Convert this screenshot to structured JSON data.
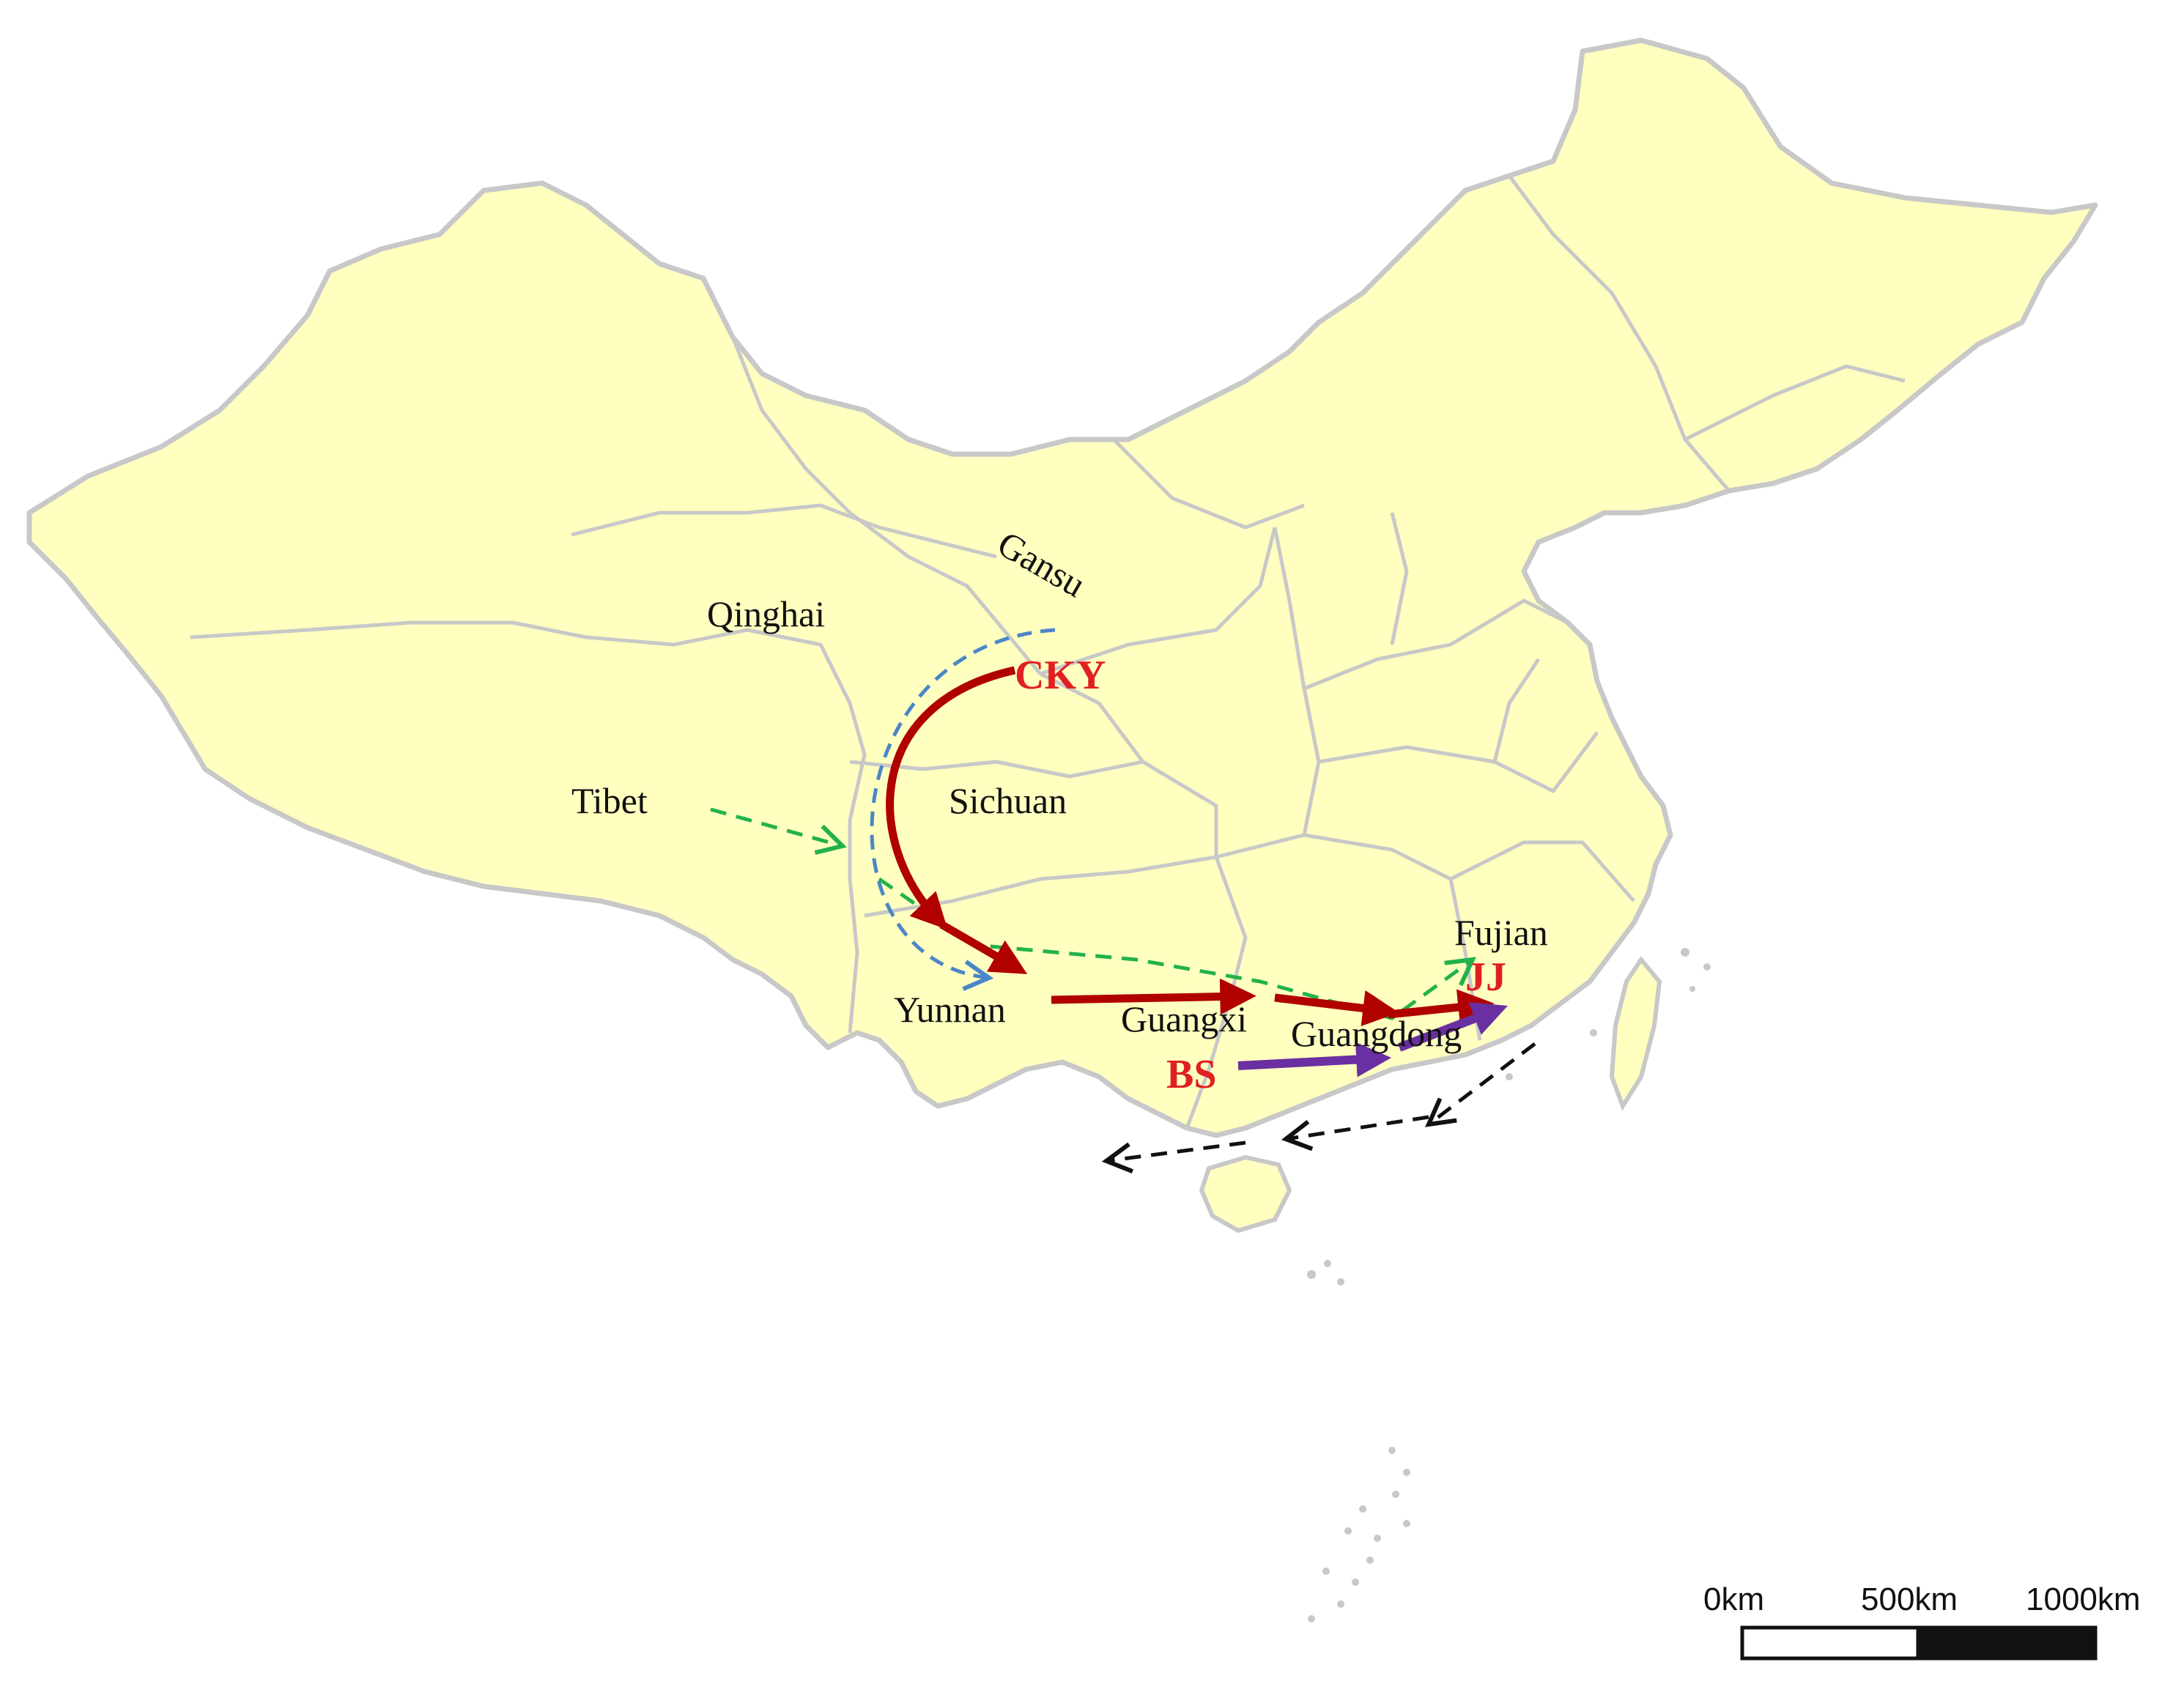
{
  "map": {
    "provinces": {
      "gansu": "Gansu",
      "qinghai": "Qinghai",
      "tibet": "Tibet",
      "sichuan": "Sichuan",
      "yunnan": "Yunnan",
      "guangxi": "Guangxi",
      "guangdong": "Guangdong",
      "fujian": "Fujian"
    },
    "sites": {
      "cky": "CKY",
      "jj": "JJ",
      "bs": "BS"
    },
    "colors": {
      "land": "#ffffc0",
      "border": "#c8c8c8",
      "site_label": "#e02020",
      "main_route": "#b00000",
      "bs_route": "#6a2fa0",
      "tibet_route": "#22b24c",
      "gansu_route": "#4a86c8",
      "sea_route": "#111111"
    }
  },
  "scale_bar": {
    "tick_0": "0km",
    "tick_1": "500km",
    "tick_2": "1000km"
  }
}
